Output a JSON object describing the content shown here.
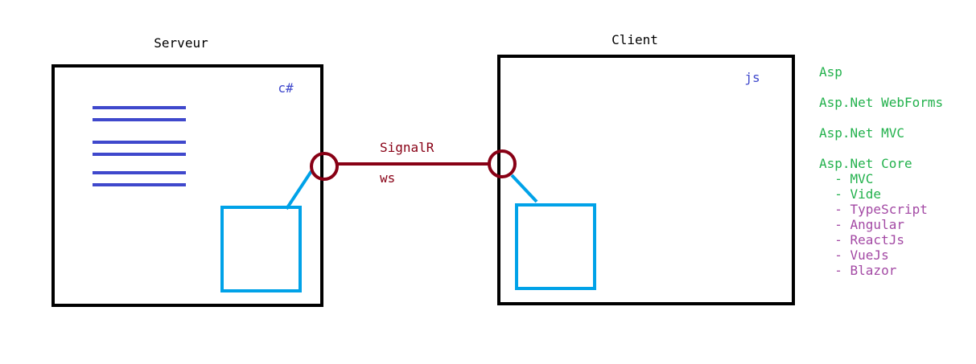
{
  "server": {
    "title": "Serveur",
    "language": "c#"
  },
  "client": {
    "title": "Client",
    "language": "js"
  },
  "connection": {
    "protocol": "SignalR",
    "transport": "ws"
  },
  "tech_list": {
    "items": [
      {
        "text": "Asp",
        "kind": "heading"
      },
      {
        "text": "Asp.Net WebForms",
        "kind": "heading"
      },
      {
        "text": "Asp.Net MVC",
        "kind": "heading"
      },
      {
        "text": "Asp.Net Core",
        "kind": "heading"
      },
      {
        "text": "  - MVC",
        "kind": "sub-green"
      },
      {
        "text": "  - Vide",
        "kind": "sub-green"
      },
      {
        "text": "  - TypeScript",
        "kind": "sub-purple"
      },
      {
        "text": "  - Angular",
        "kind": "sub-purple"
      },
      {
        "text": "  - ReactJs",
        "kind": "sub-purple"
      },
      {
        "text": "  - VueJs",
        "kind": "sub-purple"
      },
      {
        "text": "  - Blazor",
        "kind": "sub-purple"
      }
    ]
  },
  "colors": {
    "box_border": "#000000",
    "code_lines": "#3f48cc",
    "language_label": "#3f48cc",
    "module_box": "#00a2e8",
    "connection": "#880015",
    "green_text": "#22b14c",
    "purple_text": "#a349a4"
  }
}
